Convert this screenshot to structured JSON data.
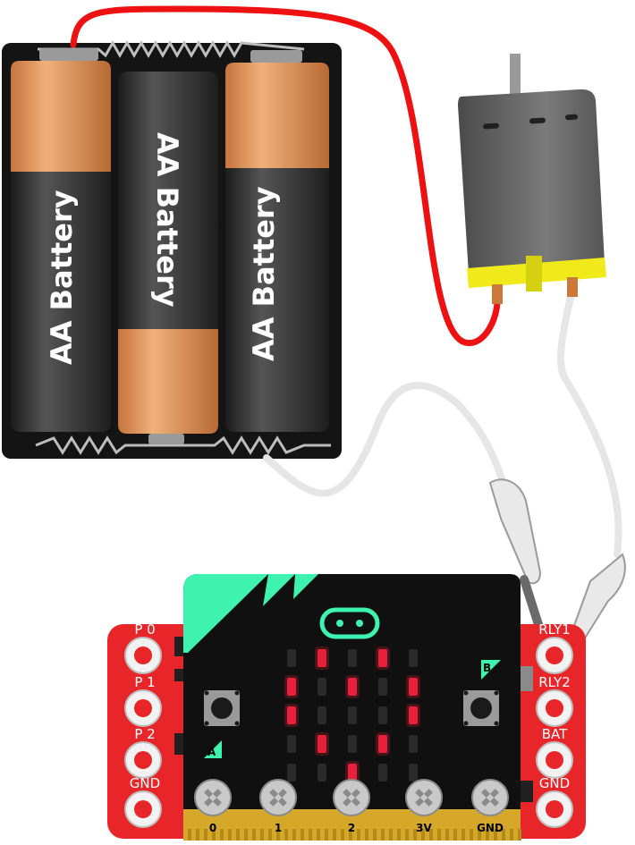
{
  "battery_pack": {
    "cells": [
      {
        "label": "AA Battery",
        "orientation": "up"
      },
      {
        "label": "AA Battery",
        "orientation": "down"
      },
      {
        "label": "AA Battery",
        "orientation": "up"
      }
    ]
  },
  "relay_board": {
    "left_pins": [
      "P 0",
      "P 1",
      "P 2",
      "GND"
    ],
    "right_pins": [
      "RLY1",
      "RLY2",
      "BAT",
      "GND"
    ]
  },
  "microbit": {
    "button_a": "A",
    "button_b": "B",
    "edge_pins": [
      "0",
      "1",
      "2",
      "3V",
      "GND"
    ],
    "led_matrix_lit": [
      [
        0,
        1,
        0,
        1,
        0
      ],
      [
        1,
        0,
        1,
        0,
        1
      ],
      [
        1,
        0,
        0,
        0,
        1
      ],
      [
        0,
        1,
        0,
        1,
        0
      ],
      [
        0,
        0,
        1,
        0,
        0
      ]
    ]
  },
  "colors": {
    "wire_red": "#ee1111",
    "wire_white": "#e6e6e6",
    "board_red": "#e8262a",
    "microbit_black": "#101010",
    "microbit_accent": "#3ef2b0",
    "led_on": "#e8203a",
    "motor_body": "#5e5e5e",
    "motor_cap": "#f0ea1a",
    "battery_orange": "#e0915a",
    "gold_edge": "#d6a82a"
  }
}
